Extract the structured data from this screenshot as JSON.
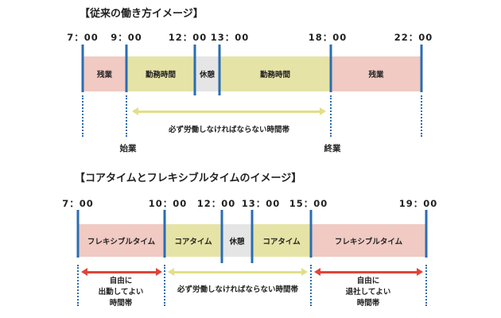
{
  "traditional": {
    "title": "【従来の働き方イメージ】",
    "times": [
      "7：00",
      "9：00",
      "12：00",
      "13：00",
      "18：00",
      "22：00"
    ],
    "segments": [
      "残業",
      "勤務時間",
      "休憩",
      "勤務時間",
      "残業"
    ],
    "core_label": "必ず労働しなければならない時間帯",
    "start_label": "始業",
    "end_label": "終業"
  },
  "flex": {
    "title": "【コアタイムとフレキシブルタイムのイメージ】",
    "times": [
      "7：00",
      "10：00",
      "12：00",
      "13：00",
      "15：00",
      "19：00"
    ],
    "segments": [
      "フレキシブルタイム",
      "コアタイム",
      "休憩",
      "コアタイム",
      "フレキシブルタイム"
    ],
    "left_label": [
      "自由に",
      "出勤してよい",
      "時間帯"
    ],
    "core_label": "必ず労働しなければならない時間帯",
    "right_label": [
      "自由に",
      "退社してよい",
      "時間帯"
    ]
  },
  "colors": {
    "flex": "#f0cac3",
    "core": "#e6e3a6",
    "break": "#e5e5e5",
    "line": "#2a6db3",
    "red_arrow": "#e0443a",
    "yellow_arrow": "#e2df86"
  }
}
